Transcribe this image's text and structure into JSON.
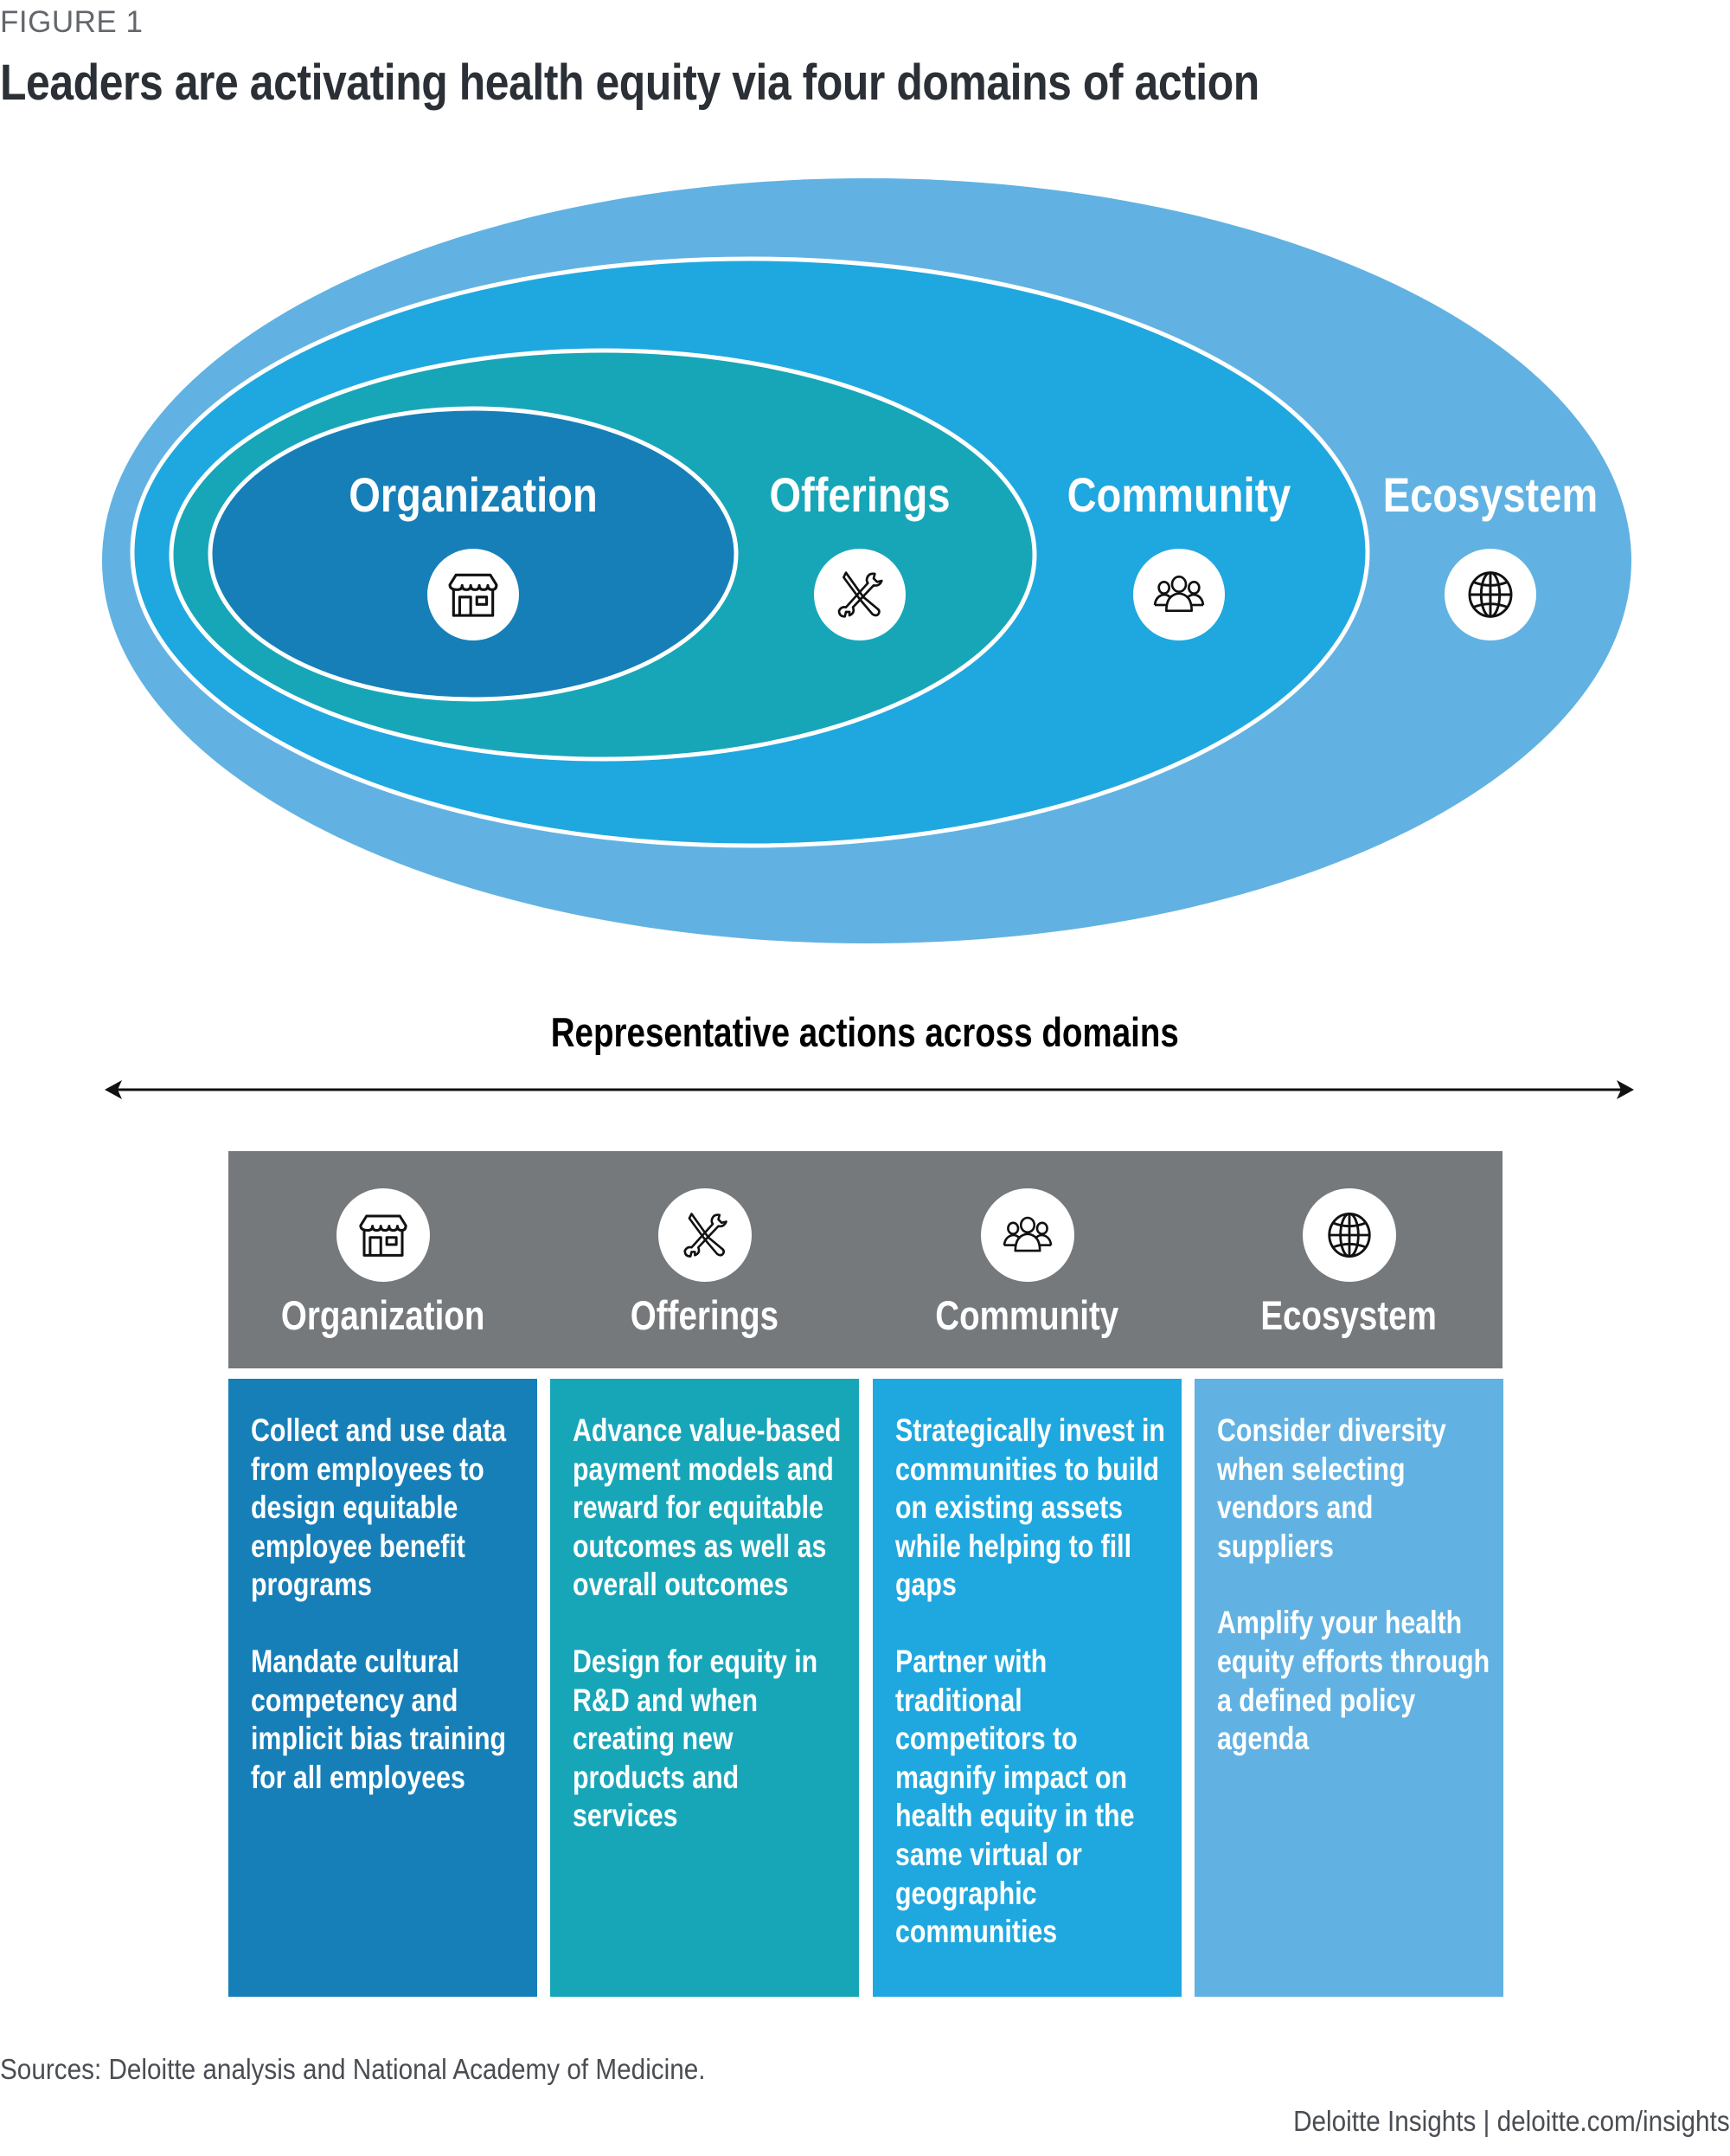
{
  "figure_label": "FIGURE 1",
  "title": "Leaders are activating health equity via four domains of action",
  "colors": {
    "organization": "#167fb8",
    "offerings": "#17a6b8",
    "community": "#1fa8df",
    "ecosystem": "#61b2e2",
    "header_gray": "#75797c",
    "ring_stroke": "#ffffff"
  },
  "domains": [
    {
      "name": "Organization",
      "icon": "storefront-icon"
    },
    {
      "name": "Offerings",
      "icon": "tools-icon"
    },
    {
      "name": "Community",
      "icon": "people-group-icon"
    },
    {
      "name": "Ecosystem",
      "icon": "globe-icon"
    }
  ],
  "subtitle": "Representative actions across domains",
  "actions": [
    {
      "domain": "Organization",
      "items": [
        "Collect and use data from employees to design equitable employee benefit programs",
        "Mandate cultural competency and implicit bias training for all employees"
      ]
    },
    {
      "domain": "Offerings",
      "items": [
        "Advance value-based payment models and reward for equitable outcomes as well as overall outcomes",
        "Design for equity in R&D and when creating new products and services"
      ]
    },
    {
      "domain": "Community",
      "items": [
        "Strategically invest in communities to build on existing assets while helping to fill gaps",
        "Partner with traditional competitors to magnify impact on health equity in the same virtual or geographic communities"
      ]
    },
    {
      "domain": "Ecosystem",
      "items": [
        "Consider diversity when selecting vendors and suppliers",
        "Amplify your health equity efforts through a defined policy agenda"
      ]
    }
  ],
  "source": "Sources: Deloitte analysis and National Academy of Medicine.",
  "credit": "Deloitte Insights | deloitte.com/insights"
}
